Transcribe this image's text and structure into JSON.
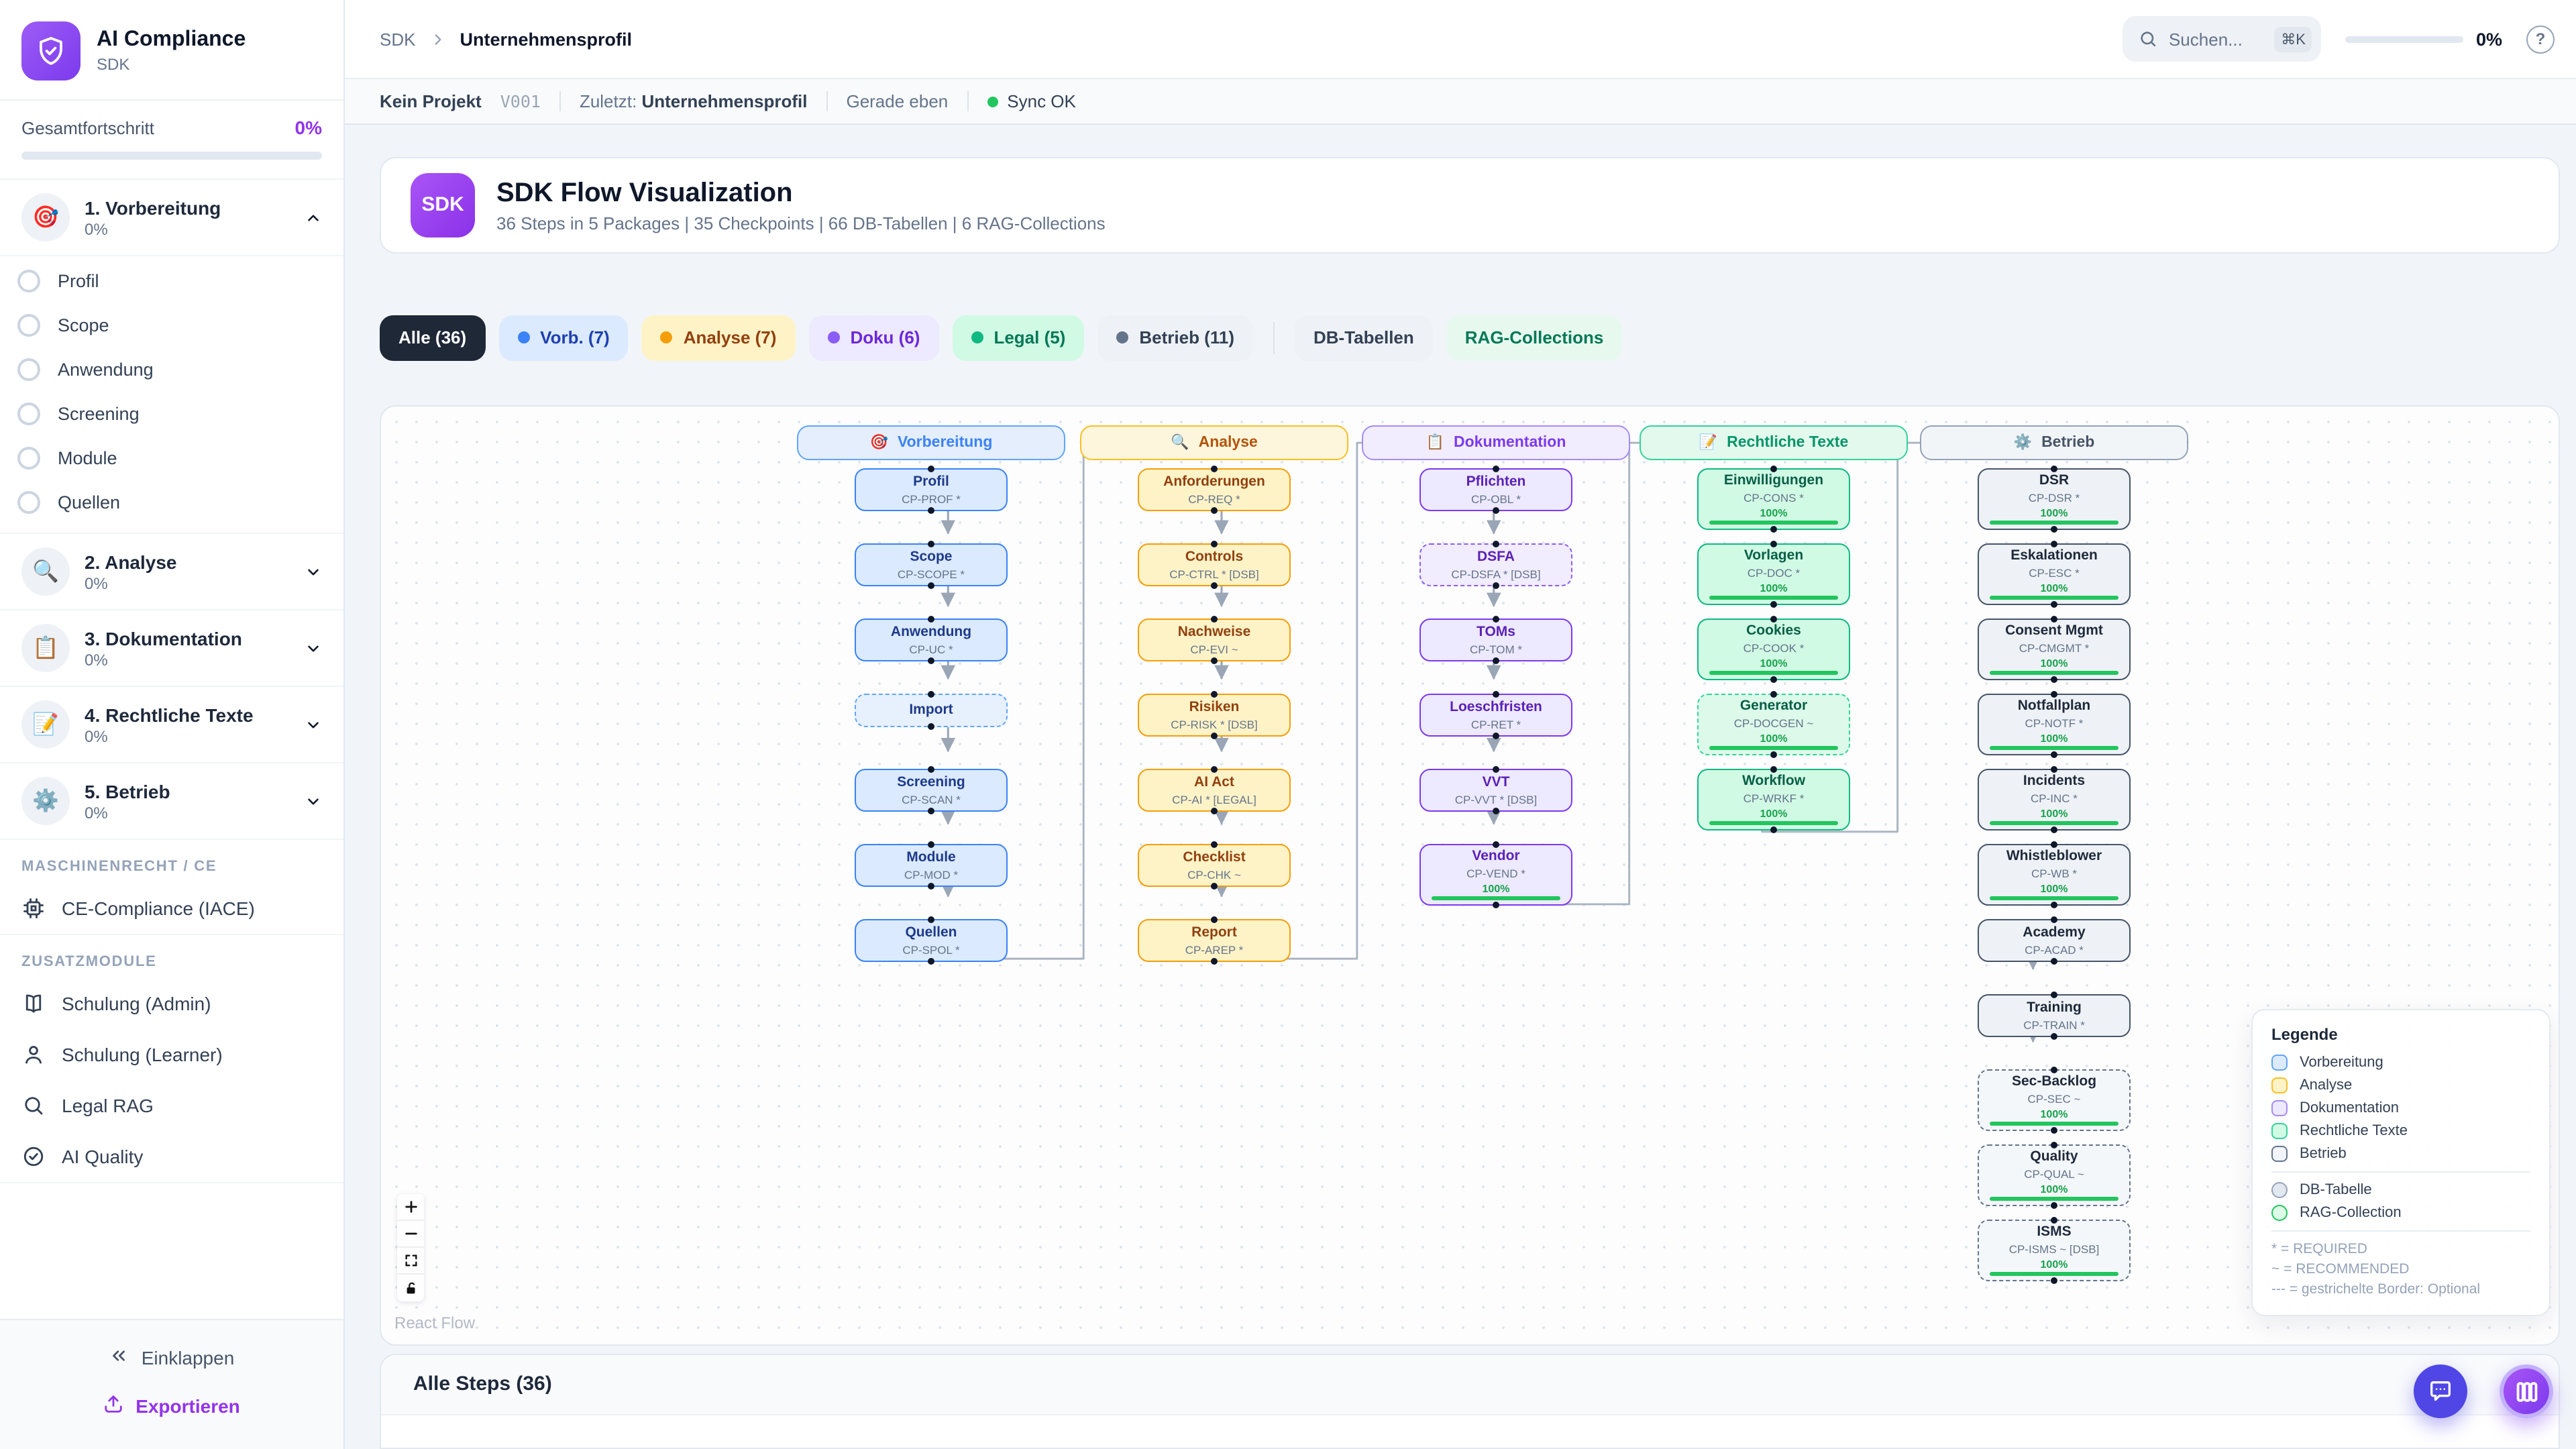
{
  "sidebar": {
    "brand": {
      "title": "AI Compliance",
      "subtitle": "SDK"
    },
    "overall": {
      "label": "Gesamtfortschritt",
      "value": "0%"
    },
    "phases": [
      {
        "label": "1. Vorbereitung",
        "percent": "0%",
        "emoji": "🎯",
        "expanded": true,
        "steps": [
          "Profil",
          "Scope",
          "Anwendung",
          "Screening",
          "Module",
          "Quellen"
        ]
      },
      {
        "label": "2. Analyse",
        "percent": "0%",
        "emoji": "🔍",
        "expanded": false,
        "steps": []
      },
      {
        "label": "3. Dokumentation",
        "percent": "0%",
        "emoji": "📋",
        "expanded": false,
        "steps": []
      },
      {
        "label": "4. Rechtliche Texte",
        "percent": "0%",
        "emoji": "📝",
        "expanded": false,
        "steps": []
      },
      {
        "label": "5. Betrieb",
        "percent": "0%",
        "emoji": "⚙️",
        "expanded": false,
        "steps": []
      }
    ],
    "sections": [
      {
        "label": "MASCHINENRECHT / CE",
        "items": [
          {
            "icon": "cpu-icon",
            "label": "CE-Compliance (IACE)"
          }
        ]
      },
      {
        "label": "ZUSATZMODULE",
        "items": [
          {
            "icon": "book-icon",
            "label": "Schulung (Admin)"
          },
          {
            "icon": "user-icon",
            "label": "Schulung (Learner)"
          },
          {
            "icon": "search-icon",
            "label": "Legal RAG"
          },
          {
            "icon": "check-icon",
            "label": "AI Quality"
          }
        ]
      }
    ],
    "footer": {
      "collapse": "Einklappen",
      "export": "Exportieren"
    }
  },
  "header": {
    "breadcrumb": {
      "root": "SDK",
      "current": "Unternehmensprofil"
    },
    "search": {
      "placeholder": "Suchen...",
      "shortcut": "⌘K"
    },
    "progress": "0%"
  },
  "statusbar": {
    "project": "Kein Projekt",
    "version": "V001",
    "last_label": "Zuletzt:",
    "last_value": "Unternehmensprofil",
    "time": "Gerade eben",
    "sync": "Sync OK",
    "sync_color": "#22c55e"
  },
  "hero": {
    "badge": "SDK",
    "title": "SDK Flow Visualization",
    "subtitle": "36 Steps in 5 Packages | 35 Checkpoints | 66 DB-Tabellen | 6 RAG-Collections"
  },
  "filters": [
    {
      "label": "Alle (36)",
      "bg": "#1e2837",
      "fg": "#ffffff",
      "dot": null
    },
    {
      "label": "Vorb. (7)",
      "bg": "#dbeafe",
      "fg": "#1e40af",
      "dot": "#3b82f6"
    },
    {
      "label": "Analyse (7)",
      "bg": "#fef3c7",
      "fg": "#92400e",
      "dot": "#f59e0b"
    },
    {
      "label": "Doku (6)",
      "bg": "#ede9fe",
      "fg": "#6d28d9",
      "dot": "#8b5cf6"
    },
    {
      "label": "Legal (5)",
      "bg": "#d1fae5",
      "fg": "#047857",
      "dot": "#10b981"
    },
    {
      "label": "Betrieb (11)",
      "bg": "#eef2f6",
      "fg": "#334155",
      "dot": "#64748b"
    },
    {
      "divider": true
    },
    {
      "label": "DB-Tabellen",
      "bg": "#eef2f7",
      "fg": "#334155",
      "dot": null
    },
    {
      "label": "RAG-Collections",
      "bg": "#e7f9ef",
      "fg": "#047857",
      "dot": null
    }
  ],
  "flow": {
    "columns": [
      {
        "id": "vorbereitung",
        "label": "Vorbereitung",
        "emoji": "🎯",
        "colors": {
          "headerBorder": "#60a5fa",
          "headerBg": "#e4eefc",
          "headerFg": "#3b82f6",
          "nodeBg": "#dbeafe",
          "nodeBorder": "#3b82f6",
          "nodeFg": "#1e3a8a",
          "dashBorder": "#60a5fa",
          "dashBg": "#e7f0fd"
        },
        "nodes": [
          {
            "title": "Profil",
            "code": "CP-PROF *"
          },
          {
            "title": "Scope",
            "code": "CP-SCOPE *"
          },
          {
            "title": "Anwendung",
            "code": "CP-UC *"
          },
          {
            "title": "Import",
            "code": "",
            "dashed": true
          },
          {
            "title": "Screening",
            "code": "CP-SCAN *"
          },
          {
            "title": "Module",
            "code": "CP-MOD *"
          },
          {
            "title": "Quellen",
            "code": "CP-SPOL *"
          }
        ]
      },
      {
        "id": "analyse",
        "label": "Analyse",
        "emoji": "🔍",
        "colors": {
          "headerBorder": "#fbbf24",
          "headerBg": "#fdf6dd",
          "headerFg": "#b45309",
          "nodeBg": "#fef3c7",
          "nodeBorder": "#f59e0b",
          "nodeFg": "#92400e",
          "dashBorder": "#fbbf24",
          "dashBg": "#fdf6dd"
        },
        "nodes": [
          {
            "title": "Anforderungen",
            "code": "CP-REQ *"
          },
          {
            "title": "Controls",
            "code": "CP-CTRL * [DSB]"
          },
          {
            "title": "Nachweise",
            "code": "CP-EVI ~"
          },
          {
            "title": "Risiken",
            "code": "CP-RISK * [DSB]"
          },
          {
            "title": "AI Act",
            "code": "CP-AI * [LEGAL]"
          },
          {
            "title": "Checklist",
            "code": "CP-CHK ~"
          },
          {
            "title": "Report",
            "code": "CP-AREP *"
          }
        ]
      },
      {
        "id": "dokumentation",
        "label": "Dokumentation",
        "emoji": "📋",
        "colors": {
          "headerBorder": "#a78bfa",
          "headerBg": "#f2edfe",
          "headerFg": "#7c3aed",
          "nodeBg": "#ede9fe",
          "nodeBorder": "#7c3aed",
          "nodeFg": "#5b21b6",
          "dashBorder": "#8b5cf6",
          "dashBg": "#f1ecfe"
        },
        "nodes": [
          {
            "title": "Pflichten",
            "code": "CP-OBL *"
          },
          {
            "title": "DSFA",
            "code": "CP-DSFA * [DSB]",
            "dashed": true
          },
          {
            "title": "TOMs",
            "code": "CP-TOM *"
          },
          {
            "title": "Loeschfristen",
            "code": "CP-RET *"
          },
          {
            "title": "VVT",
            "code": "CP-VVT * [DSB]"
          },
          {
            "title": "Vendor",
            "code": "CP-VEND *",
            "progress": "100%"
          }
        ]
      },
      {
        "id": "rechtliche-texte",
        "label": "Rechtliche Texte",
        "emoji": "📝",
        "colors": {
          "headerBorder": "#34d399",
          "headerBg": "#e3f9ee",
          "headerFg": "#059669",
          "nodeBg": "#d1fae5",
          "nodeBorder": "#10b981",
          "nodeFg": "#065f46",
          "dashBorder": "#34d399",
          "dashBg": "#dcf9ea"
        },
        "nodes": [
          {
            "title": "Einwilligungen",
            "code": "CP-CONS *",
            "progress": "100%"
          },
          {
            "title": "Vorlagen",
            "code": "CP-DOC *",
            "progress": "100%"
          },
          {
            "title": "Cookies",
            "code": "CP-COOK *",
            "progress": "100%"
          },
          {
            "title": "Generator",
            "code": "CP-DOCGEN ~",
            "progress": "100%",
            "dashed": true
          },
          {
            "title": "Workflow",
            "code": "CP-WRKF *",
            "progress": "100%"
          }
        ]
      },
      {
        "id": "betrieb",
        "label": "Betrieb",
        "emoji": "⚙️",
        "colors": {
          "headerBorder": "#94a3b8",
          "headerBg": "#f2f5f8",
          "headerFg": "#475569",
          "nodeBg": "#eef2f6",
          "nodeBorder": "#475569",
          "nodeFg": "#1e293b",
          "dashBorder": "#64748b",
          "dashBg": "#f4f7fa"
        },
        "nodes": [
          {
            "title": "DSR",
            "code": "CP-DSR *",
            "progress": "100%"
          },
          {
            "title": "Eskalationen",
            "code": "CP-ESC *",
            "progress": "100%"
          },
          {
            "title": "Consent Mgmt",
            "code": "CP-CMGMT *",
            "progress": "100%"
          },
          {
            "title": "Notfallplan",
            "code": "CP-NOTF *",
            "progress": "100%"
          },
          {
            "title": "Incidents",
            "code": "CP-INC *",
            "progress": "100%"
          },
          {
            "title": "Whistleblower",
            "code": "CP-WB *",
            "progress": "100%"
          },
          {
            "title": "Academy",
            "code": "CP-ACAD *"
          },
          {
            "title": "Training",
            "code": "CP-TRAIN *"
          },
          {
            "title": "Sec-Backlog",
            "code": "CP-SEC ~",
            "progress": "100%",
            "dashed": true
          },
          {
            "title": "Quality",
            "code": "CP-QUAL ~",
            "progress": "100%",
            "dashed": true
          },
          {
            "title": "ISMS",
            "code": "CP-ISMS ~ [DSB]",
            "progress": "100%",
            "dashed": true
          }
        ]
      }
    ],
    "legend": {
      "title": "Legende",
      "categories": [
        {
          "label": "Vorbereitung",
          "border": "#60a5fa",
          "fill": "#dbeafe"
        },
        {
          "label": "Analyse",
          "border": "#fbbf24",
          "fill": "#fef3c7"
        },
        {
          "label": "Dokumentation",
          "border": "#a78bfa",
          "fill": "#ede9fe"
        },
        {
          "label": "Rechtliche Texte",
          "border": "#34d399",
          "fill": "#d1fae5"
        },
        {
          "label": "Betrieb",
          "border": "#64748b",
          "fill": "#f1f5f9"
        }
      ],
      "shapes": [
        {
          "label": "DB-Tabelle",
          "border": "#94a3b8",
          "fill": "#e2e8f0"
        },
        {
          "label": "RAG-Collection",
          "border": "#22c55e",
          "fill": "#dcfce7"
        }
      ],
      "notes": [
        "* = REQUIRED",
        "~ = RECOMMENDED",
        "--- = gestrichelte Border: Optional"
      ]
    },
    "attribution": "React Flow"
  },
  "bottom_panel": {
    "title": "Alle Steps (36)"
  }
}
